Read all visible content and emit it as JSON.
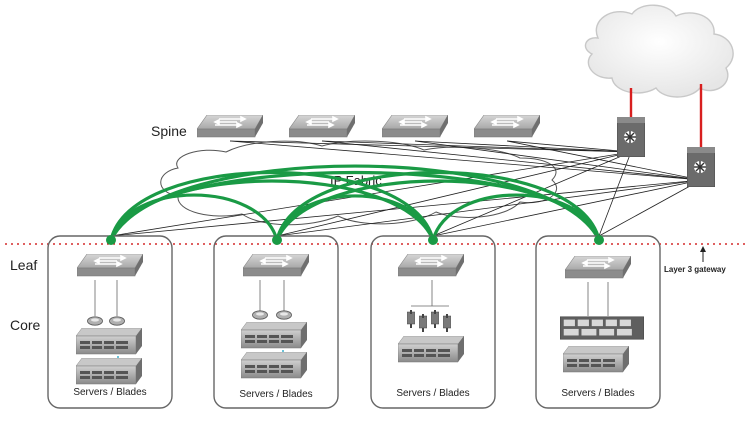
{
  "labels": {
    "spine": "Spine",
    "leaf": "Leaf",
    "core": "Core",
    "ip_fabric": "IP Fabric",
    "layer3_gateway": "Layer 3 gateway"
  },
  "racks": [
    {
      "caption": "Servers / Blades"
    },
    {
      "caption": "Servers / Blades"
    },
    {
      "caption": "Servers / Blades"
    },
    {
      "caption": "Servers / Blades"
    }
  ],
  "colors": {
    "fabric_link": "#1a9a45",
    "wan_link": "#d81f1f",
    "gateway_line": "#cc0000",
    "rack_border": "#666666",
    "device_gray": "#9a9a9a"
  },
  "icons": {
    "switch": "network-switch-icon",
    "router": "router-icon",
    "cloud": "cloud-icon",
    "server": "rack-server-icon"
  }
}
